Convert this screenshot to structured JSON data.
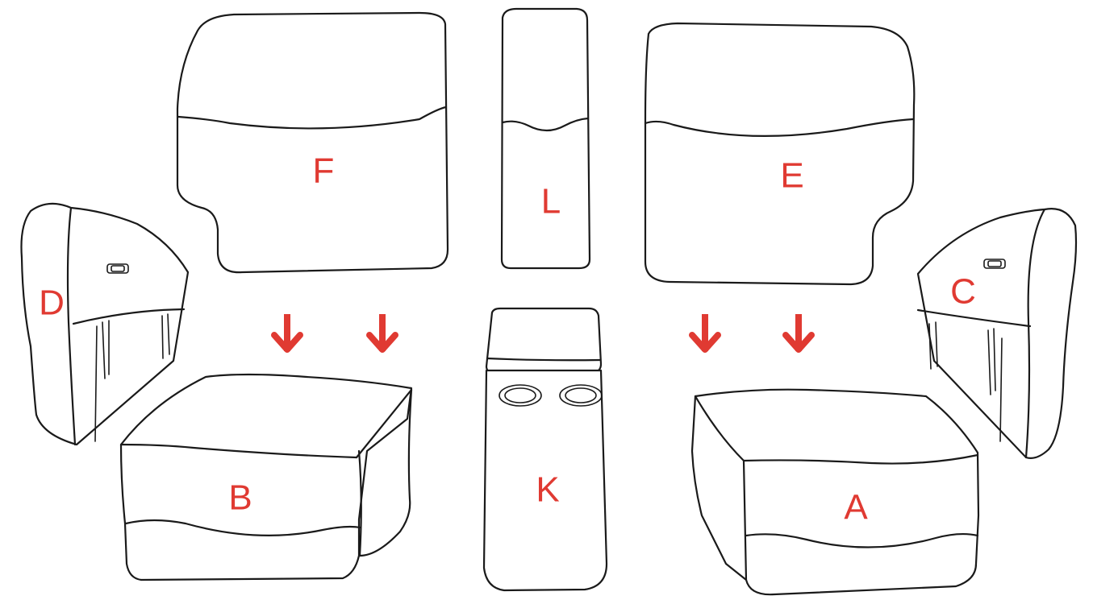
{
  "colors": {
    "label": "#e03a32",
    "arrow": "#e03a32",
    "outline": "#1a1a1a"
  },
  "parts": {
    "F": {
      "label": "F"
    },
    "L": {
      "label": "L"
    },
    "E": {
      "label": "E"
    },
    "D": {
      "label": "D"
    },
    "C": {
      "label": "C"
    },
    "B": {
      "label": "B"
    },
    "K": {
      "label": "K"
    },
    "A": {
      "label": "A"
    }
  },
  "arrows": [
    {
      "name": "down-arrow",
      "direction": "down"
    },
    {
      "name": "down-arrow",
      "direction": "down"
    },
    {
      "name": "down-arrow",
      "direction": "down"
    },
    {
      "name": "down-arrow",
      "direction": "down"
    }
  ]
}
